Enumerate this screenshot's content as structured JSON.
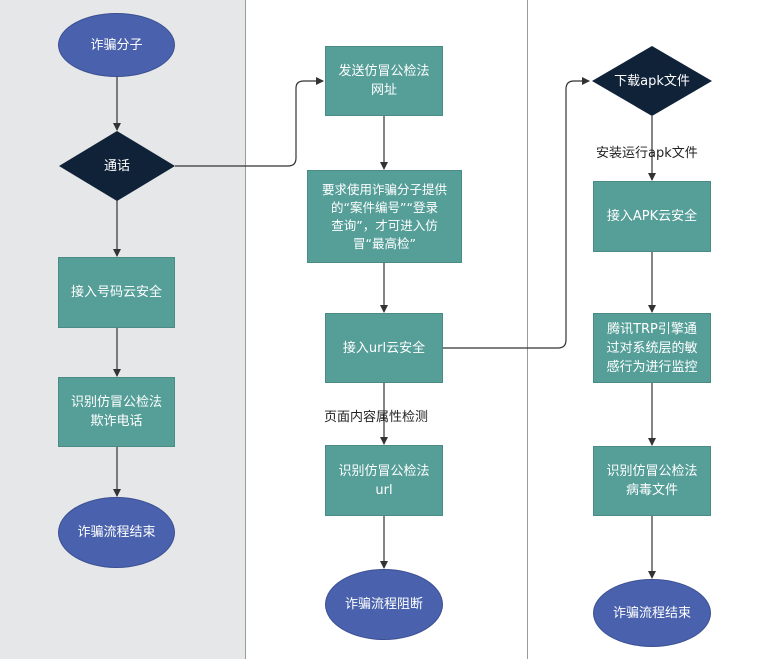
{
  "nodes": {
    "start": "诈骗分子",
    "call": "通话",
    "phone_security": "接入号码云安全",
    "identify_call": "识别仿冒公检法\n欺诈电话",
    "end1": "诈骗流程结束",
    "send_url": "发送仿冒公检法\n网址",
    "require_input": "要求使用诈骗分子提供\n的“案件编号”“登录\n查询”，才可进入仿\n冒“最高检”",
    "url_security": "接入url云安全",
    "identify_url": "识别仿冒公检法\nurl",
    "end2": "诈骗流程阻断",
    "download_apk": "下载apk文件",
    "apk_security": "接入APK云安全",
    "trp_monitor": "腾讯TRP引擎通\n过对系统层的敏\n感行为进行监控",
    "identify_virus": "识别仿冒公检法\n病毒文件",
    "end3": "诈骗流程结束"
  },
  "edge_labels": {
    "page_check": "页面内容属性检测",
    "install_apk": "安装运行apk文件"
  },
  "colors": {
    "ellipse": "#4a62ad",
    "process": "#569f99",
    "decision": "#0f2238",
    "lane_shaded": "#e6e7e8",
    "edge": "#333333"
  }
}
